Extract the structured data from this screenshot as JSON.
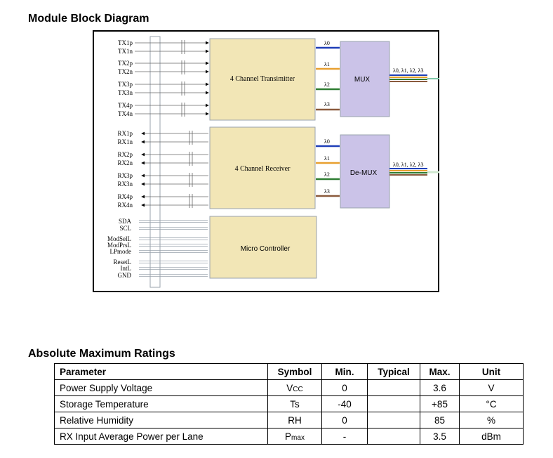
{
  "diagram": {
    "title": "Module Block Diagram",
    "tx_pins": [
      "TX1p",
      "TX1n",
      "TX2p",
      "TX2n",
      "TX3p",
      "TX3n",
      "TX4p",
      "TX4n"
    ],
    "rx_pins": [
      "RX1p",
      "RX1n",
      "RX2p",
      "RX2n",
      "RX3p",
      "RX3n",
      "RX4p",
      "RX4n"
    ],
    "ctrl_pins": [
      "SDA",
      "SCL",
      "ModSelL",
      "ModPrsL",
      "LPmode",
      "ResetL",
      "IntL",
      "GND"
    ],
    "blocks": {
      "transmitter": "4 Channel Transimitter",
      "receiver": "4 Channel Receiver",
      "micro": "Micro Controller",
      "mux": "MUX",
      "demux": "De-MUX"
    },
    "lambdas": [
      "λ0",
      "λ1",
      "λ2",
      "λ3"
    ],
    "combined_label": "λ0, λ1, λ2, λ3",
    "colors": {
      "block_fill": "#f2e6b6",
      "block_stroke": "#9aa3ad",
      "mux_fill": "#cbc3e8",
      "lane0": "#1f3fb8",
      "lane1": "#e8a030",
      "lane2": "#2e7d32",
      "lane3": "#8a5a3c"
    }
  },
  "ratings": {
    "title": "Absolute Maximum Ratings",
    "headers": {
      "parameter": "Parameter",
      "symbol": "Symbol",
      "min": "Min.",
      "typical": "Typical",
      "max": "Max.",
      "unit": "Unit"
    },
    "rows": [
      {
        "parameter": "Power Supply Voltage",
        "symbol_main": "V",
        "symbol_sub": "CC",
        "min": "0",
        "typical": "",
        "max": "3.6",
        "unit": "V"
      },
      {
        "parameter": "Storage Temperature",
        "symbol_main": "Ts",
        "symbol_sub": "",
        "min": "-40",
        "typical": "",
        "max": "+85",
        "unit": "°C"
      },
      {
        "parameter": "Relative Humidity",
        "symbol_main": "RH",
        "symbol_sub": "",
        "min": "0",
        "typical": "",
        "max": "85",
        "unit": "%"
      },
      {
        "parameter": "RX Input Average Power per Lane",
        "symbol_main": "P",
        "symbol_sub": "max",
        "min": "-",
        "typical": "",
        "max": "3.5",
        "unit": "dBm"
      }
    ]
  }
}
